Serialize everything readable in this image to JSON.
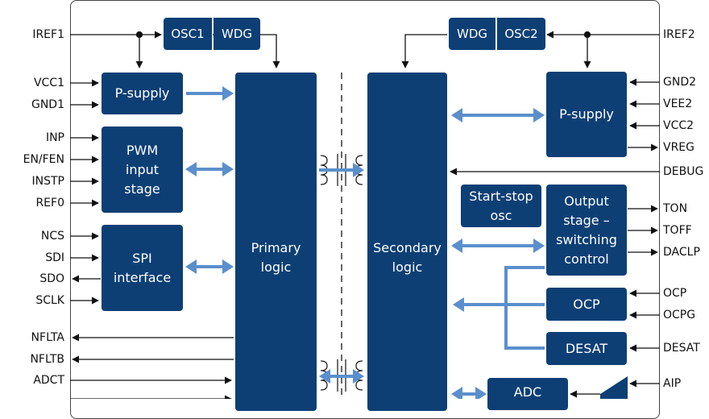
{
  "colors": {
    "block": "#0d3f75",
    "arrow": "#5a8fcc",
    "line": "#111111"
  },
  "blocks": {
    "osc1": "OSC1",
    "wdg1": "WDG",
    "wdg2": "WDG",
    "osc2": "OSC2",
    "psupply1": "P-supply",
    "pwm": "PWM\ninput\nstage",
    "spi": "SPI\ninterface",
    "primary": "Primary\nlogic",
    "secondary": "Secondary\nlogic",
    "psupply2": "P-supply",
    "startstop": "Start-stop\nosc",
    "output": "Output\nstage –\nswitching\ncontrol",
    "ocp": "OCP",
    "desat": "DESAT",
    "adc": "ADC"
  },
  "pins_left": {
    "iref1": "IREF1",
    "vcc1": "VCC1",
    "gnd1": "GND1",
    "inp": "INP",
    "enfen": "EN/FEN",
    "instp": "INSTP",
    "ref0": "REF0",
    "ncs": "NCS",
    "sdi": "SDI",
    "sdo": "SDO",
    "sclk": "SCLK",
    "nflta": "NFLTA",
    "nfltb": "NFLTB",
    "adct": "ADCT"
  },
  "pins_right": {
    "iref2": "IREF2",
    "gnd2": "GND2",
    "vee2": "VEE2",
    "vcc2": "VCC2",
    "vreg": "VREG",
    "debug": "DEBUG",
    "ton": "TON",
    "toff": "TOFF",
    "daclp": "DACLP",
    "ocp": "OCP",
    "ocpg": "OCPG",
    "desat": "DESAT",
    "aip": "AIP"
  }
}
